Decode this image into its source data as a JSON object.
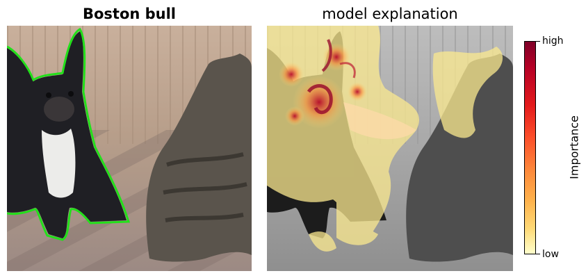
{
  "left_panel": {
    "title": "Boston bull"
  },
  "right_panel": {
    "title": "model explanation"
  },
  "colorbar": {
    "high_label": "high",
    "low_label": "low",
    "axis_label": "Importance",
    "colors": [
      "#7f0028",
      "#b50026",
      "#e31a1c",
      "#fc4e2a",
      "#fd8d3c",
      "#feb24c",
      "#fed976",
      "#ffffcc"
    ]
  },
  "colors": {
    "segmentation_outline": "#22e01a"
  }
}
